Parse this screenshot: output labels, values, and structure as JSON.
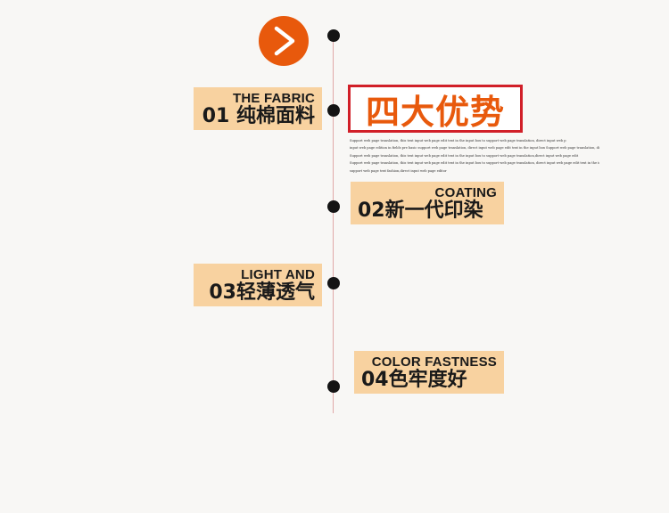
{
  "icons": {
    "arrow": "chevron-right-icon",
    "accent": "#e8590c",
    "headline_border": "#d11f28",
    "tag_bg": "#f8d2a0"
  },
  "headline": "四大优势",
  "body_lines": [
    "Support web page translation, this text input web page edit text in the input box to support web page translation, direct input web p",
    "input web page edition in fields pre basic support web page translation, direct input web page edit text in the input box Support web page translation, direct input web page edit text in th",
    "Support web page translation, this text input web page edit text in the input box to support web page translation,direct input web page edit",
    "Support web page translation, this text input web page edit text in the input box to support web page translation, direct input web page edit text in the input box t",
    "support web page text fashion,direct input web page editor"
  ],
  "features": [
    {
      "en": "THE FABRIC",
      "zh": "01 纯棉面料"
    },
    {
      "en": "COATING",
      "zh": "02新一代印染"
    },
    {
      "en": "LIGHT AND",
      "zh": "03轻薄透气"
    },
    {
      "en": "COLOR FASTNESS",
      "zh": "04色牢度好"
    }
  ]
}
